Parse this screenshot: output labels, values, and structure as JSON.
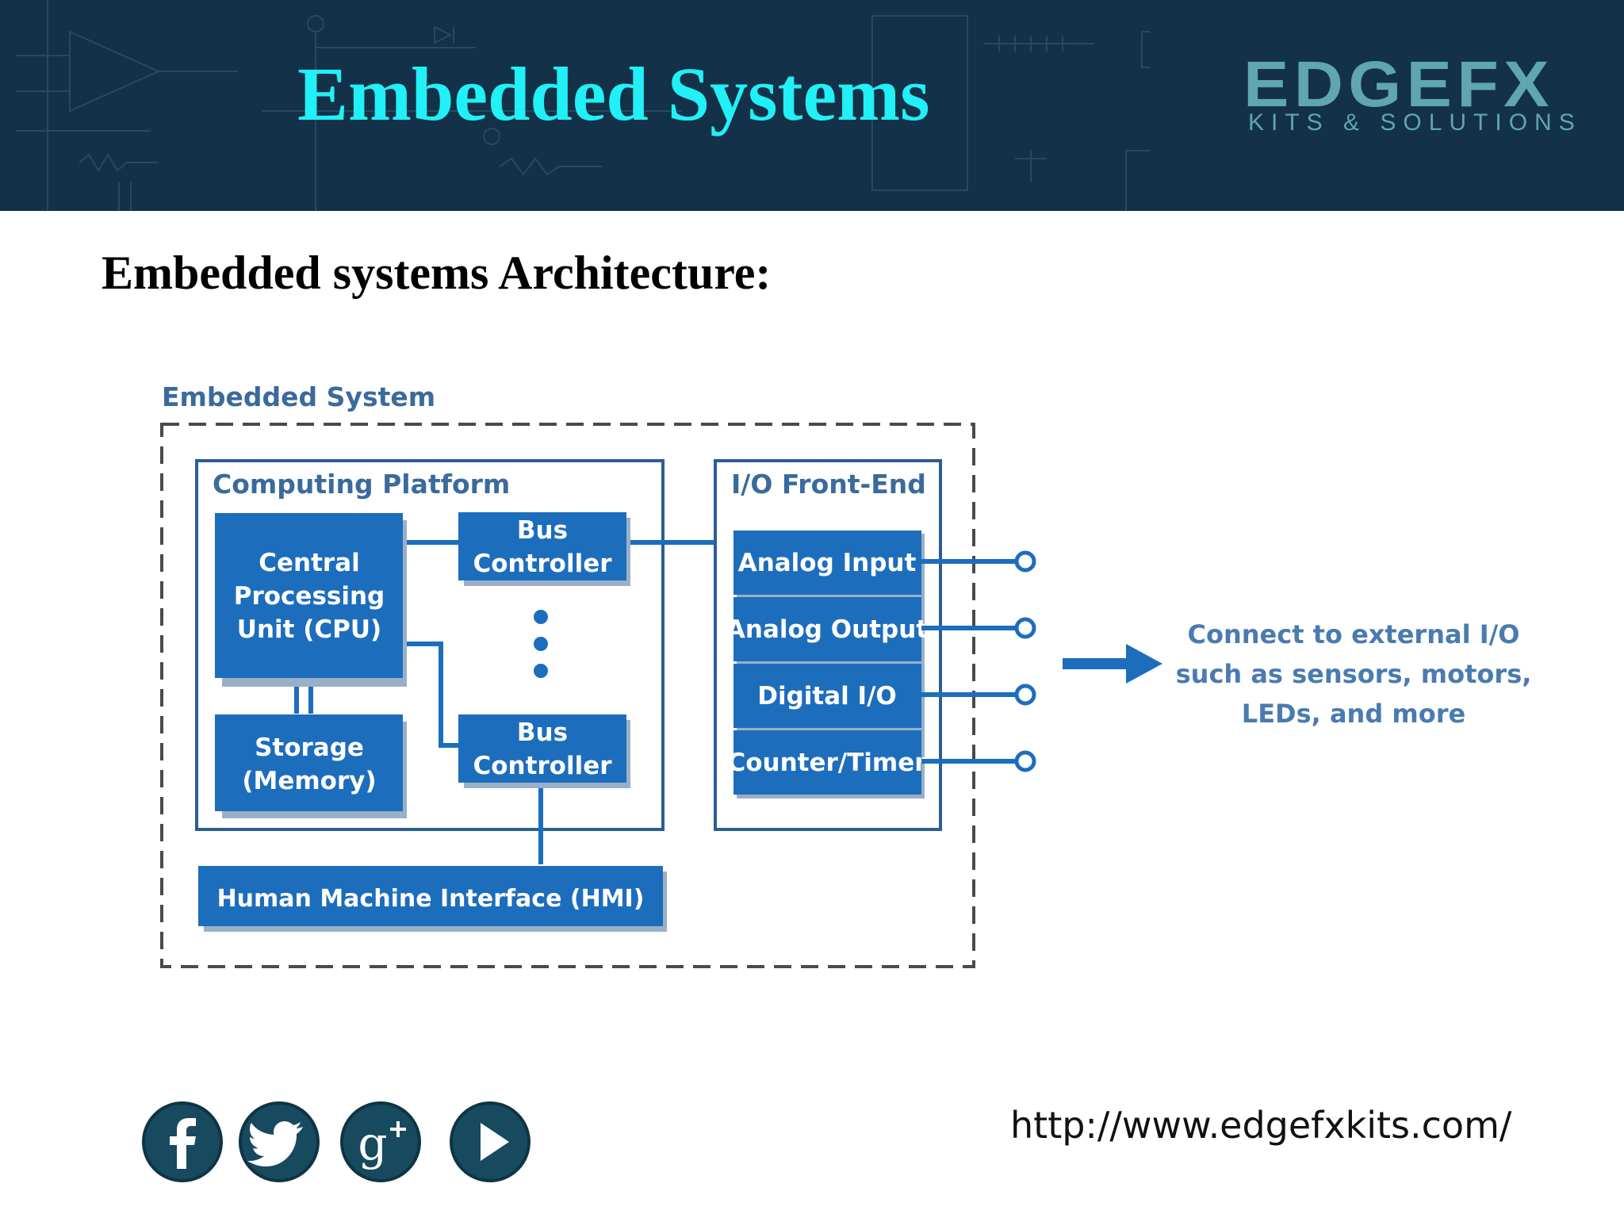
{
  "header": {
    "title": "Embedded Systems",
    "logo_main": "EDGEFX",
    "logo_sub": "KITS & SOLUTIONS"
  },
  "heading": "Embedded systems Architecture:",
  "diagram": {
    "outer_label": "Embedded System",
    "computing_platform": {
      "label": "Computing Platform",
      "cpu": [
        "Central",
        "Processing",
        "Unit (CPU)"
      ],
      "storage": [
        "Storage",
        "(Memory)"
      ],
      "bus_controller_top": [
        "Bus",
        "Controller"
      ],
      "bus_controller_bottom": [
        "Bus",
        "Controller"
      ]
    },
    "io_front_end": {
      "label": "I/O Front-End",
      "items": [
        "Analog Input",
        "Analog Output",
        "Digital I/O",
        "Counter/Timer"
      ]
    },
    "hmi": "Human Machine Interface (HMI)",
    "external_note": [
      "Connect to external I/O",
      "such as sensors, motors,",
      "LEDs, and more"
    ],
    "colors": {
      "block": "#1d6dbd",
      "border": "#2b5d95",
      "label": "#3b6a9c"
    }
  },
  "footer": {
    "icons": [
      "facebook-icon",
      "twitter-icon",
      "google-plus-icon",
      "youtube-play-icon"
    ],
    "url": "http://www.edgefxkits.com/"
  }
}
